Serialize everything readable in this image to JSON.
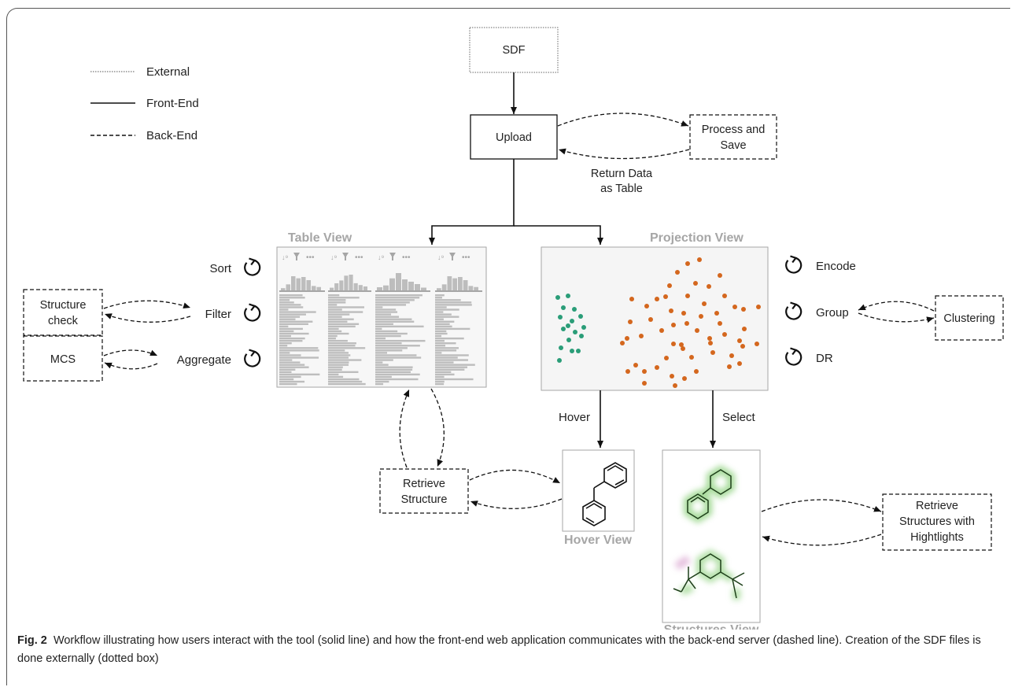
{
  "legend": {
    "external": "External",
    "frontend": "Front-End",
    "backend": "Back-End"
  },
  "nodes": {
    "sdf": "SDF",
    "upload": "Upload",
    "process_save": [
      "Process and",
      "Save"
    ],
    "return_data": [
      "Return Data",
      "as Table"
    ],
    "structure_check": [
      "Structure",
      "check"
    ],
    "mcs": "MCS",
    "clustering": "Clustering",
    "retrieve_structure": [
      "Retrieve",
      "Structure"
    ],
    "retrieve_highlights": [
      "Retrieve",
      "Structures with",
      "Hightlights"
    ]
  },
  "views": {
    "table": "Table View",
    "projection": "Projection View",
    "hover": "Hover View",
    "structures": "Structures View"
  },
  "actions": {
    "sort": "Sort",
    "filter": "Filter",
    "aggregate": "Aggregate",
    "encode": "Encode",
    "group": "Group",
    "dr": "DR",
    "hover": "Hover",
    "select": "Select"
  },
  "colors": {
    "green_points": "#2a9d78",
    "orange_points": "#d4671e",
    "panel_bg": "#f5f5f5",
    "panel_border": "#a6a6a6",
    "bars": "#bdbdbd",
    "highlight_green": "#6fbf5f",
    "highlight_pink": "#d9a3cf"
  },
  "caption": {
    "label": "Fig. 2",
    "text": "Workflow illustrating how users interact with the tool (solid line) and how the front-end web application communicates with the back-end server (dashed line). Creation of the SDF files is done externally (dotted box)"
  }
}
